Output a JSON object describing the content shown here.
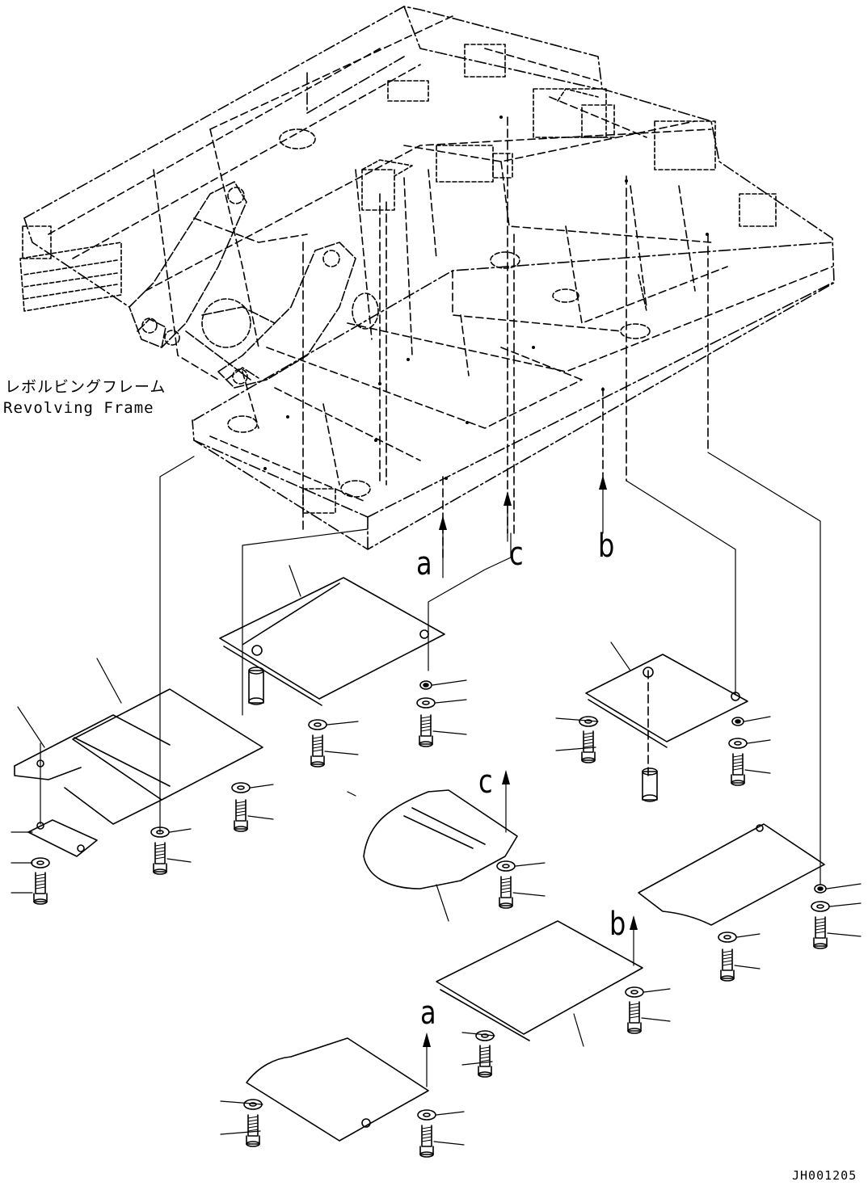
{
  "title_label": {
    "japanese": "レボルビングフレーム",
    "english": "Revolving Frame"
  },
  "reference_letters": {
    "a_upper": "a",
    "c_upper": "c",
    "b_upper": "b",
    "c_lower": "c",
    "b_lower": "b",
    "a_lower": "a"
  },
  "drawing_number": "JH001205",
  "colors": {
    "line": "#000000",
    "background": "#ffffff"
  }
}
